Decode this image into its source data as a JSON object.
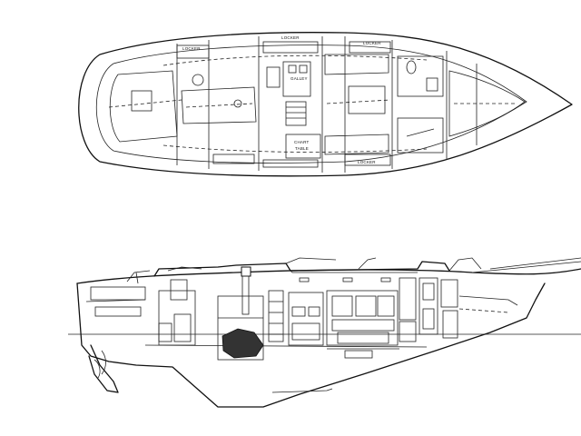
{
  "plan": {
    "labels": {
      "locker_fwd_port": "LOCKER",
      "locker_mid_top": "LOCKER",
      "locker_aft_top": "LOCKER",
      "galley": "GALLEY",
      "chart_table_1": "CHART",
      "chart_table_2": "TABLE",
      "locker_bottom": "LOCKER"
    }
  },
  "colors": {
    "line": "#111111",
    "background": "#ffffff"
  }
}
